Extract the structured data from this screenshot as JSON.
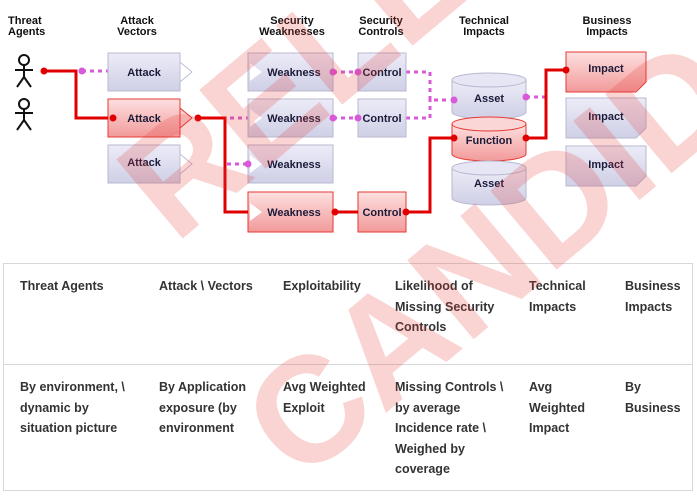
{
  "headers": {
    "threat_agents": [
      "Threat",
      "Agents"
    ],
    "attack_vectors": [
      "Attack",
      "Vectors"
    ],
    "security_weaknesses": [
      "Security",
      "Weaknesses"
    ],
    "security_controls": [
      "Security",
      "Controls"
    ],
    "technical_impacts": [
      "Technical",
      "Impacts"
    ],
    "business_impacts": [
      "Business",
      "Impacts"
    ]
  },
  "nodes": {
    "attack": "Attack",
    "weakness": "Weakness",
    "control": "Control",
    "asset": "Asset",
    "function": "Function",
    "impact": "Impact"
  },
  "colors": {
    "highlight_fill": "#f8b6b6",
    "highlight_border": "#e53935",
    "neutral_fill": "#dcdcf0",
    "path_red": "#e00000",
    "path_dotted": "#d85ad8"
  },
  "table": {
    "head": [
      "Threat Agents",
      "Attack \\ Vectors",
      "Exploitability",
      "Likelihood of Missing Security Controls",
      "Technical Impacts",
      "Business Impacts"
    ],
    "row": [
      "By environment, \\ dynamic by situation picture",
      "By Application exposure (by environment",
      "Avg Weighted Exploit",
      "Missing Controls \\ by average Incidence rate \\ Weighed by coverage",
      "Avg Weighted Impact",
      "By Business"
    ]
  },
  "watermark": [
    "RELEASE",
    "CANDIDATE"
  ]
}
